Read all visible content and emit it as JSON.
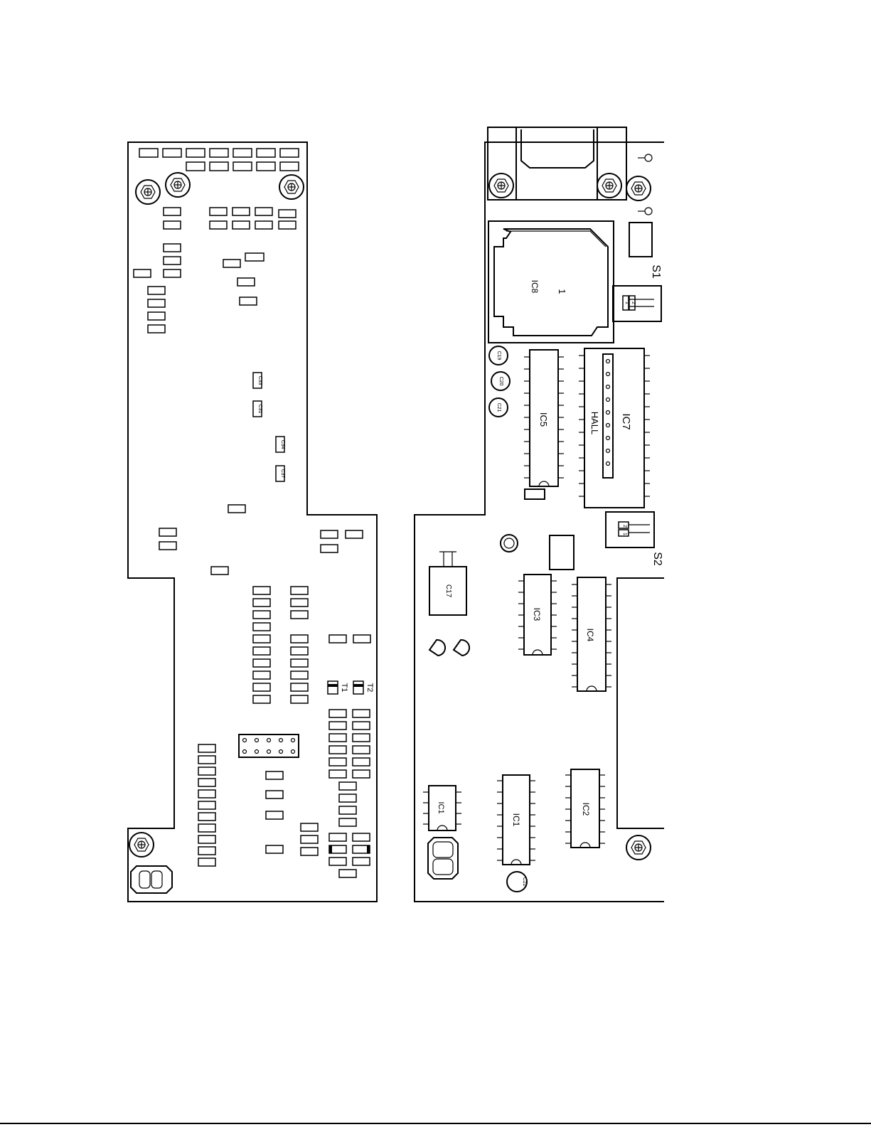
{
  "diagram": {
    "components": {
      "ic8": "IC8",
      "ic8_pin": "1",
      "ic5": "IC5",
      "ic7": "IC7",
      "hall": "HALL",
      "ic3": "IC3",
      "ic4": "IC4",
      "ic1": "IC1",
      "ic2": "IC2",
      "ic1_small": "IC1",
      "c17": "C17",
      "c19": "C19",
      "c20": "C20",
      "c21": "C21",
      "c22": "C22",
      "t1": "T1",
      "t2": "T2",
      "c33": "C33",
      "c31": "C31",
      "c34": "C34",
      "c37": "C37"
    },
    "switches": {
      "s1": "S1",
      "s2": "S2",
      "pin1": "1",
      "pin2": "2"
    }
  }
}
